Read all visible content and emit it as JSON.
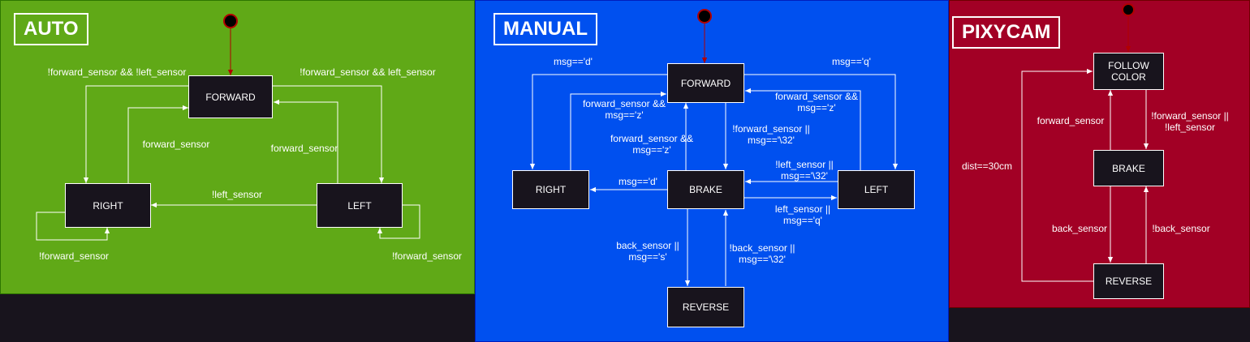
{
  "colors": {
    "auto_bg": "#60a917",
    "manual_bg": "#0050ef",
    "pixycam_bg": "#a20025",
    "state_bg": "#18141d",
    "start_arrow": "#b20000",
    "edge": "#ffffff"
  },
  "auto": {
    "title": "AUTO",
    "states": {
      "forward": "FORWARD",
      "right": "RIGHT",
      "left": "LEFT"
    },
    "labels": {
      "fwd_to_right": "!forward_sensor && !left_sensor",
      "fwd_to_left": "!forward_sensor && left_sensor",
      "right_to_fwd": "forward_sensor",
      "left_to_fwd": "forward_sensor",
      "left_to_right": "!left_sensor",
      "right_self": "!forward_sensor",
      "left_self": "!forward_sensor"
    }
  },
  "manual": {
    "title": "MANUAL",
    "states": {
      "forward": "FORWARD",
      "right": "RIGHT",
      "brake": "BRAKE",
      "left": "LEFT",
      "reverse": "REVERSE"
    },
    "labels": {
      "fwd_to_right": "msg=='d'",
      "fwd_to_left": "msg=='q'",
      "right_to_fwd": "forward_sensor &&\nmsg=='z'",
      "left_to_fwd": "forward_sensor &&\nmsg=='z'",
      "brake_to_fwd": "forward_sensor &&\nmsg=='z'",
      "fwd_to_brake": "!forward_sensor ||\nmsg=='\\32'",
      "brake_to_right": "msg=='d'",
      "left_to_brake": "!left_sensor ||\nmsg=='\\32'",
      "brake_to_left": "left_sensor ||\nmsg=='q'",
      "brake_to_reverse": "back_sensor ||\nmsg=='s'",
      "reverse_to_brake": "!back_sensor ||\nmsg=='\\32'"
    }
  },
  "pixycam": {
    "title": "PIXYCAM",
    "states": {
      "follow": "FOLLOW\nCOLOR",
      "brake": "BRAKE",
      "reverse": "REVERSE"
    },
    "labels": {
      "brake_to_follow": "forward_sensor",
      "follow_to_brake": "!forward_sensor ||\n!left_sensor",
      "reverse_to_follow": "dist==30cm",
      "brake_to_reverse": "back_sensor",
      "reverse_to_brake": "!back_sensor"
    }
  }
}
